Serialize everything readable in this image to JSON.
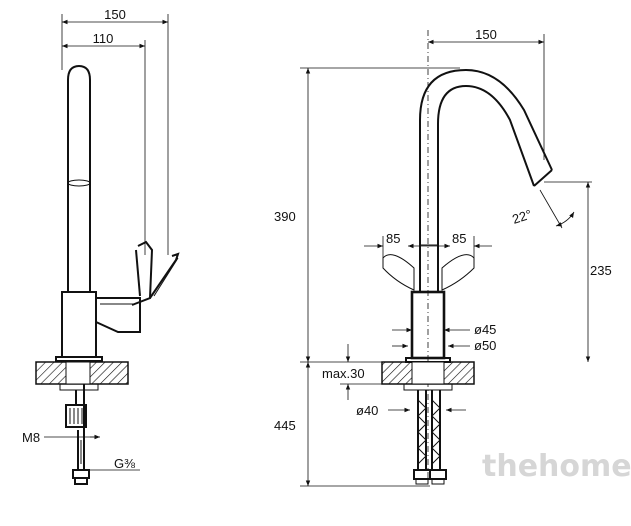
{
  "dimensions": {
    "side_total_width": "150",
    "side_inner_width": "110",
    "front_spout_reach": "150",
    "total_height": "390",
    "handle_left_spread": "85",
    "handle_right_spread": "85",
    "spout_angle": "22°",
    "spout_outlet_height": "235",
    "body_diameter_upper": "ø45",
    "body_diameter_lower": "ø50",
    "max_deck_thickness": "max.30",
    "mounting_hole_diameter": "ø40",
    "below_deck_length": "445",
    "stud_thread": "M8",
    "hose_thread": "G⅜"
  },
  "watermark": "thehome",
  "colors": {
    "line": "#111111",
    "watermark": "#d6d6d6",
    "background": "#ffffff"
  }
}
